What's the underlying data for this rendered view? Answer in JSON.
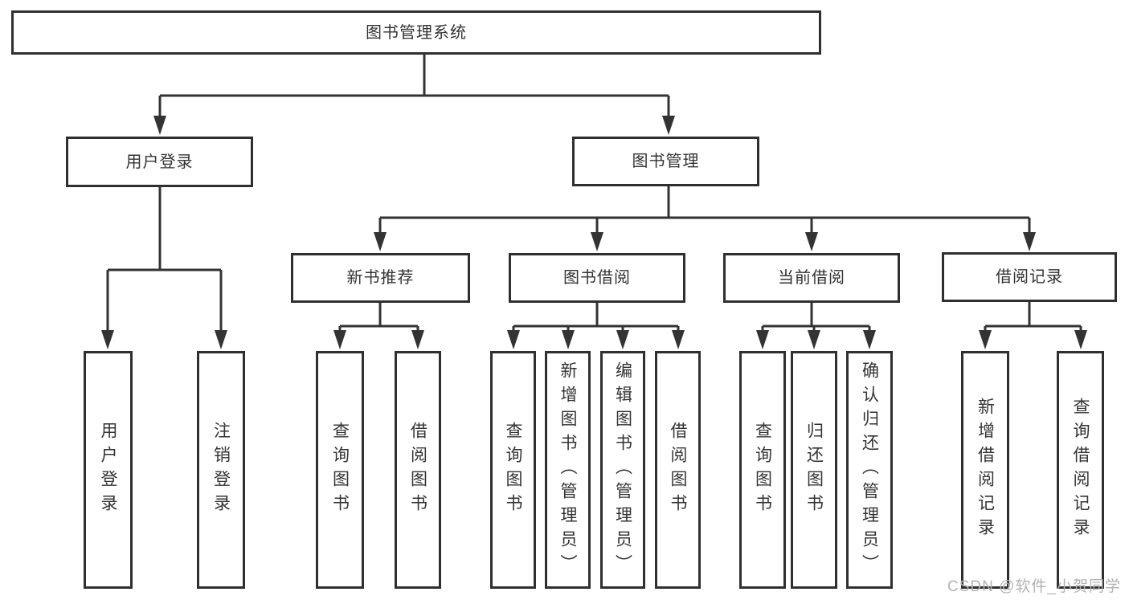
{
  "watermark": "CSDN @软件_小贺同学",
  "colors": {
    "line": "#333333",
    "border": "#2f2f2f",
    "text": "#333333",
    "background": "#ffffff",
    "watermark": "#b3b3b3"
  },
  "nodes": {
    "root": "图书管理系统",
    "level2": {
      "user_login": "用户登录",
      "book_mgmt": "图书管理"
    },
    "level3": {
      "new_books": "新书推荐",
      "borrowing": "图书借阅",
      "current": "当前借阅",
      "records": "借阅记录"
    },
    "leaves": {
      "user_login": "用户登录",
      "logout": "注销登录",
      "nb_query": "查询图书",
      "nb_borrow": "借阅图书",
      "bw_query": "查询图书",
      "bw_add": "新增图书（管理员）",
      "bw_edit": "编辑图书（管理员）",
      "bw_borrow": "借阅图书",
      "cur_query": "查询图书",
      "cur_return": "归还图书",
      "cur_confirm": "确认归还（管理员）",
      "rec_add": "新增借阅记录",
      "rec_query": "查询借阅记录"
    }
  }
}
